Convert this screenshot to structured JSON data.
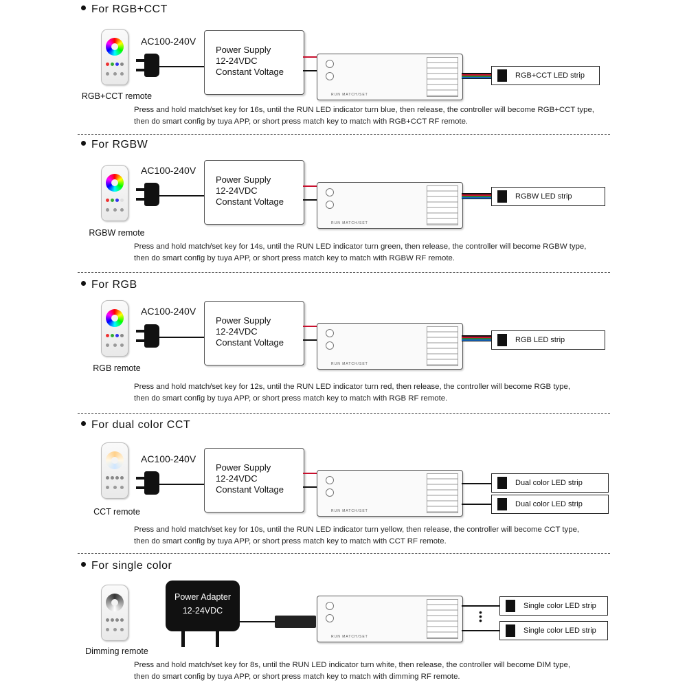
{
  "sections": [
    {
      "title": "For RGB+CCT",
      "remote_label": "RGB+CCT remote",
      "ac_label": "AC100-240V",
      "psu": [
        "Power Supply",
        "12-24VDC",
        "Constant Voltage"
      ],
      "strips": [
        "RGB+CCT LED strip"
      ],
      "desc": [
        "Press and hold match/set key for 16s, until the RUN LED indicator turn blue, then release, the controller will become RGB+CCT type,",
        "then do  smart  config by  tuya  APP, or  short press match key to match  with RGB+CCT  RF  remote."
      ]
    },
    {
      "title": "For RGBW",
      "remote_label": "RGBW remote",
      "ac_label": "AC100-240V",
      "psu": [
        "Power Supply",
        "12-24VDC",
        "Constant Voltage"
      ],
      "strips": [
        "RGBW LED strip"
      ],
      "desc": [
        "Press and hold match/set key for 14s, until the RUN LED indicator turn green, then release, the controller will become RGBW type,",
        "then do  smart  config by  tuya  APP, or  short press match key to match  with RGBW  RF  remote."
      ]
    },
    {
      "title": "For RGB",
      "remote_label": "RGB remote",
      "ac_label": "AC100-240V",
      "psu": [
        "Power Supply",
        "12-24VDC",
        "Constant Voltage"
      ],
      "strips": [
        "RGB LED strip"
      ],
      "desc": [
        "Press and hold match/set key for 12s, until the RUN LED indicator turn red, then release, the controller will become RGB type,",
        "then do  smart  config by  tuya  APP, or  short press match key to match  with RGB  RF  remote."
      ]
    },
    {
      "title": "For dual color CCT",
      "remote_label": "CCT remote",
      "ac_label": "AC100-240V",
      "psu": [
        "Power Supply",
        "12-24VDC",
        "Constant Voltage"
      ],
      "strips": [
        "Dual color LED strip",
        "Dual color LED strip"
      ],
      "desc": [
        "Press and hold match/set key for 10s, until the RUN LED indicator turn yellow, then release, the controller will become CCT type,",
        "then do  smart  config by  tuya  APP, or  short press match key to match  with CCT  RF  remote."
      ]
    },
    {
      "title": "For single color",
      "remote_label": "Dimming remote",
      "adapter": [
        "Power Adapter",
        "12-24VDC"
      ],
      "strips": [
        "Single color LED strip",
        "Single color LED strip"
      ],
      "desc": [
        "Press and hold match/set key for 8s, until the RUN LED indicator turn white, then release, the controller will become DIM type,",
        "then do  smart  config by  tuya  APP, or  short press match key to match  with dimming  RF  remote."
      ]
    }
  ],
  "controller_label": "RUN  MATCH/SET",
  "colors": {
    "wire_red": "#c8102e",
    "wire_black": "#111111"
  }
}
